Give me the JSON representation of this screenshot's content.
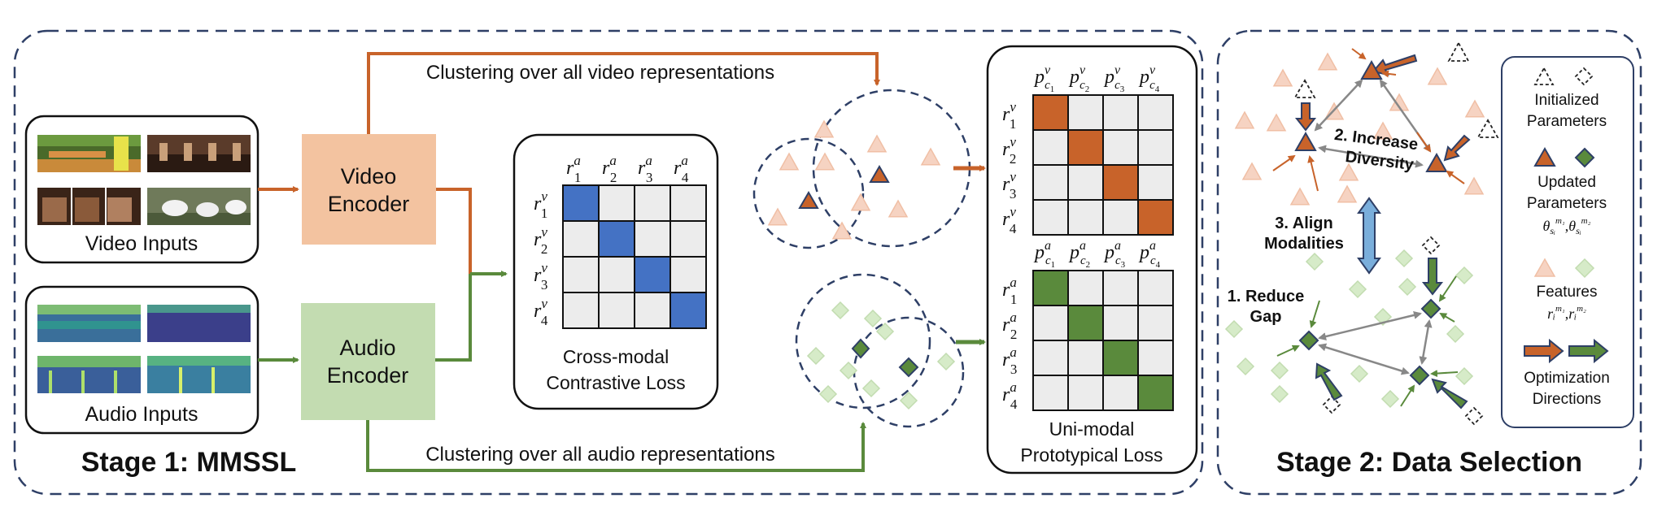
{
  "stage1": {
    "title": "Stage 1: MMSSL",
    "video_inputs_label": "Video Inputs",
    "audio_inputs_label": "Audio Inputs",
    "video_encoder_line1": "Video",
    "video_encoder_line2": "Encoder",
    "audio_encoder_line1": "Audio",
    "audio_encoder_line2": "Encoder",
    "cluster_video_label": "Clustering over all video representations",
    "cluster_audio_label": "Clustering over all audio representations",
    "crossmodal_line1": "Cross-modal",
    "crossmodal_line2": "Contrastive Loss",
    "unimodal_line1": "Uni-modal",
    "unimodal_line2": "Prototypical Loss",
    "r_sym": "r",
    "p_sym": "p",
    "c_sym": "c",
    "sup_a": "a",
    "sup_v": "v",
    "idx": [
      "1",
      "2",
      "3",
      "4"
    ]
  },
  "stage2": {
    "title": "Stage 2: Data Selection",
    "increase_line1": "2. Increase",
    "increase_line2": "Diversity",
    "align_line1": "3. Align",
    "align_line2": "Modalities",
    "reduce_line1": "1. Reduce",
    "reduce_line2": "Gap",
    "legend_init_line1": "Initialized",
    "legend_init_line2": "Parameters",
    "legend_upd_line1": "Updated",
    "legend_upd_line2": "Parameters",
    "legend_upd_theta": "θ",
    "legend_feat": "Features",
    "legend_opt_line1": "Optimization",
    "legend_opt_line2": "Directions",
    "m1": "m₁",
    "m2": "m₂",
    "s_i": "sᵢ",
    "r_i": "rᵢ"
  },
  "colors": {
    "video": "#c8632a",
    "audio": "#5a8a3c",
    "video_box": "#f3c3a0",
    "audio_box": "#c3dcb1",
    "contrastive": "#4472c4",
    "dashed": "#2e3f66",
    "feature_tri": "#f6d3c2",
    "feature_dia": "#d6ebc8",
    "arrow_blue": "#7aaedb"
  }
}
